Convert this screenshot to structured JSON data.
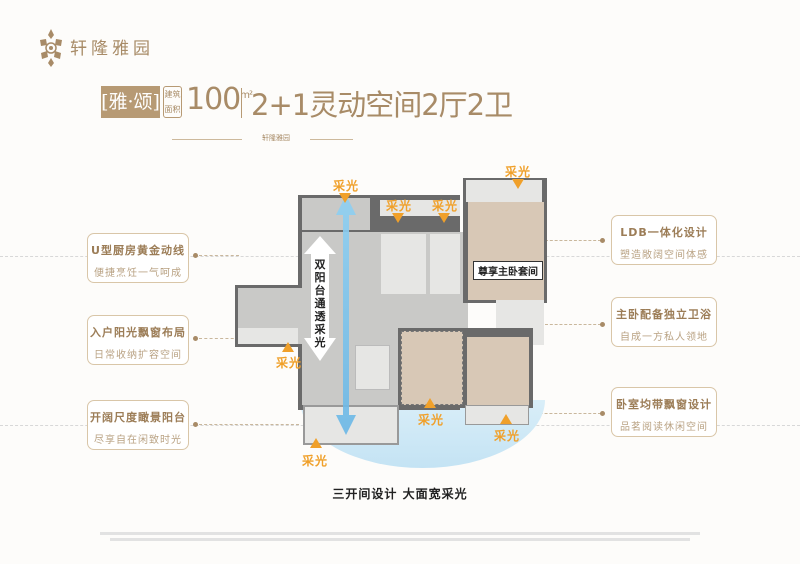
{
  "brand": {
    "name": "轩隆雅园",
    "sub_logo": "轩隆雅园"
  },
  "header": {
    "tag": "[雅·颂]",
    "area_label": "建筑面积",
    "area_value": "100",
    "area_unit": "m²",
    "layout_title": "2+1灵动空间2厅2卫"
  },
  "features_left": [
    {
      "title": "U型厨房黄金动线",
      "subtitle": "便捷烹饪一气呵成"
    },
    {
      "title": "入户阳光飘窗布局",
      "subtitle": "日常收纳扩容空间"
    },
    {
      "title": "开阔尺度瞰景阳台",
      "subtitle": "尽享自在闲致时光"
    }
  ],
  "features_right": [
    {
      "title": "LDB一体化设计",
      "subtitle": "塑造敞阔空间体感"
    },
    {
      "title": "主卧配备独立卫浴",
      "subtitle": "自成一方私人领地"
    },
    {
      "title": "卧室均带飘窗设计",
      "subtitle": "品茗阅读休闲空间"
    }
  ],
  "plan": {
    "light_label": "采光",
    "through_light": "双阳台通透采光",
    "master_suite": "尊享主卧套间",
    "caption": "三开间设计 大面宽采光"
  },
  "colors": {
    "brand": "#a88b67",
    "light": "#f0a02a",
    "glow": "#c4e3f4"
  }
}
